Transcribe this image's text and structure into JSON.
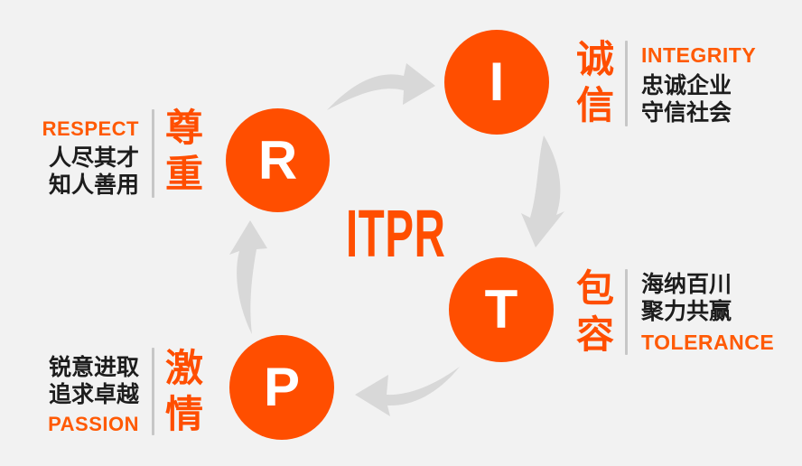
{
  "diagram": {
    "center_label": "ITPR",
    "colors": {
      "background": "#f2f2f2",
      "accent_orange": "#FF4E00",
      "english_orange": "#FF5A05",
      "text_black": "#1d1d1d",
      "divider_gray": "#c7c7c7",
      "arrow_gray": "#d8d8d8"
    },
    "values": {
      "integrity": {
        "letter": "I",
        "cn_word": "诚信",
        "en_word": "INTEGRITY",
        "lines": [
          "忠诚企业",
          "守信社会"
        ]
      },
      "tolerance": {
        "letter": "T",
        "cn_word": "包容",
        "en_word": "TOLERANCE",
        "lines": [
          "海纳百川",
          "聚力共赢"
        ]
      },
      "passion": {
        "letter": "P",
        "cn_word": "激情",
        "en_word": "PASSION",
        "lines": [
          "锐意进取",
          "追求卓越"
        ]
      },
      "respect": {
        "letter": "R",
        "cn_word": "尊重",
        "en_word": "RESPECT",
        "lines": [
          "人尽其才",
          "知人善用"
        ]
      }
    },
    "icons": {
      "arrow_r_to_i": "curved-arrow-right",
      "arrow_i_to_t": "curved-arrow-down",
      "arrow_t_to_p": "curved-arrow-left",
      "arrow_p_to_r": "curved-arrow-up"
    }
  }
}
